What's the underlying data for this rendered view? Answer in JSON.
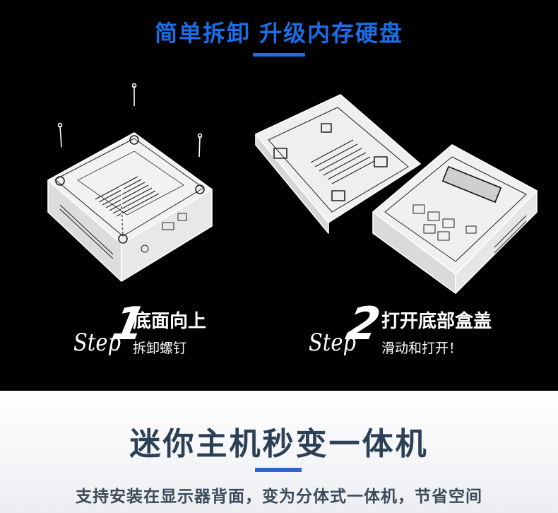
{
  "header": {
    "title_left": "简单拆卸",
    "title_right": "升级内存硬盘"
  },
  "steps": [
    {
      "word": "Step",
      "number": "1",
      "title": "底面向上",
      "subtitle": "拆卸螺钉"
    },
    {
      "word": "Step",
      "number": "2",
      "title": "打开底部盒盖",
      "subtitle": "滑动和打开！"
    }
  ],
  "section": {
    "title": "迷你主机秒变一体机",
    "description": "支持安装在显示器背面，变为分体式一体机，节省空间"
  },
  "colors": {
    "accent_blue": "#1a6ee8",
    "dark_text": "#2b3f55",
    "bar_blue": "#2e66c8"
  }
}
